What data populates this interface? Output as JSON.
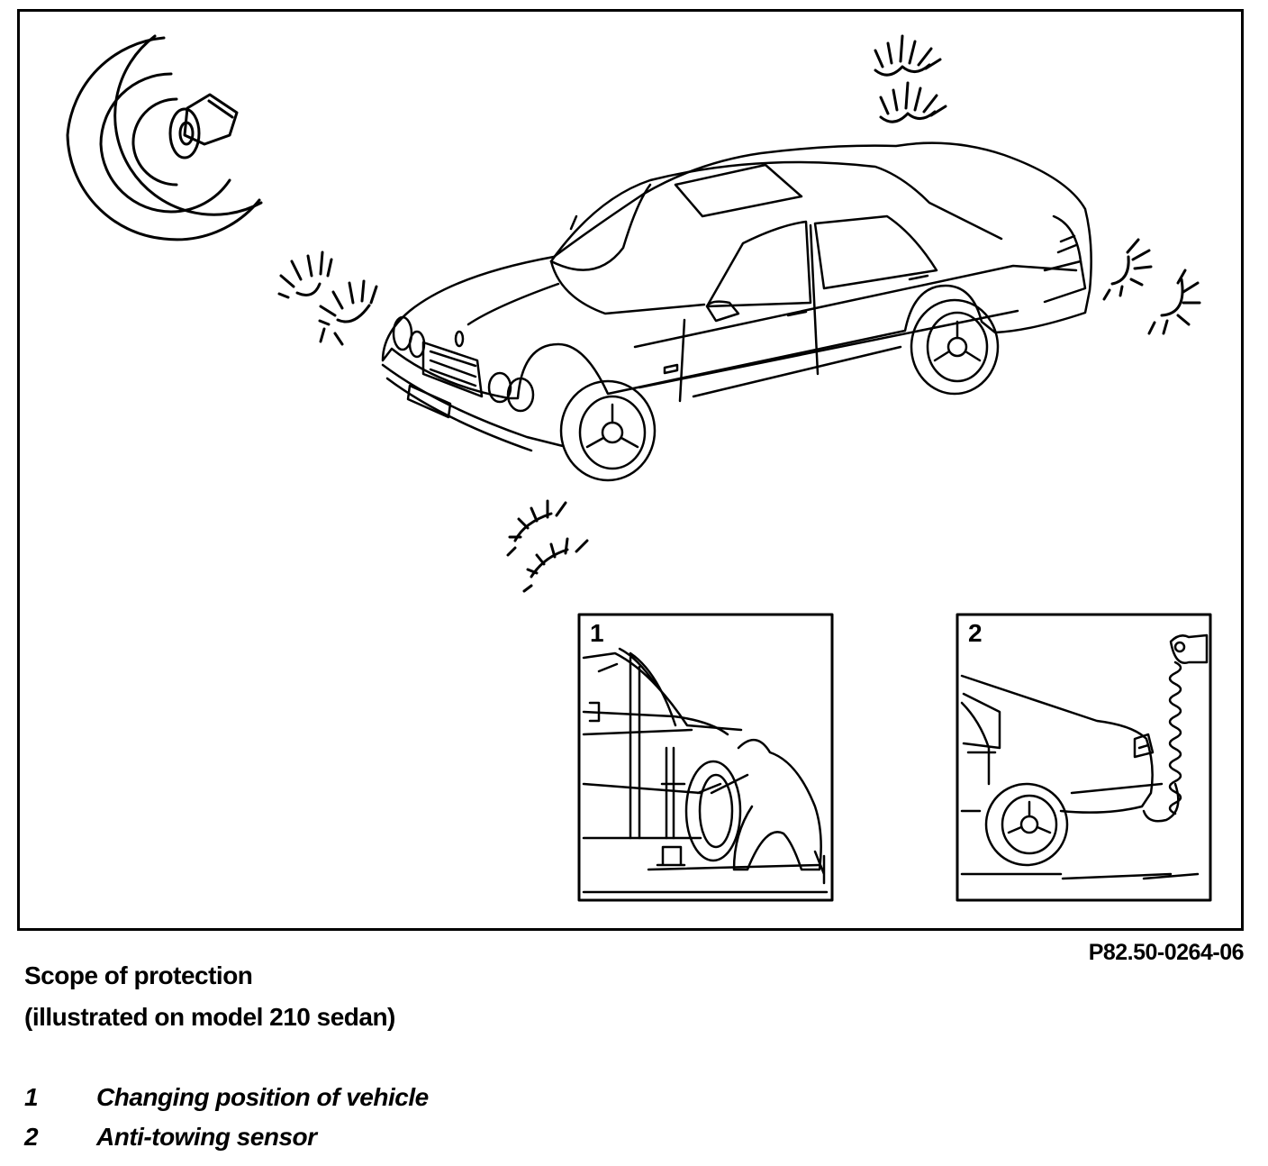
{
  "figure_code": "P82.50-0264-06",
  "caption": {
    "title": "Scope of protection",
    "subtitle": "(illustrated on model 210 sedan)"
  },
  "insets": [
    {
      "number": "1"
    },
    {
      "number": "2"
    }
  ],
  "legend": [
    {
      "number": "1",
      "text": "Changing position of vehicle"
    },
    {
      "number": "2",
      "text": "Anti-towing sensor"
    }
  ]
}
